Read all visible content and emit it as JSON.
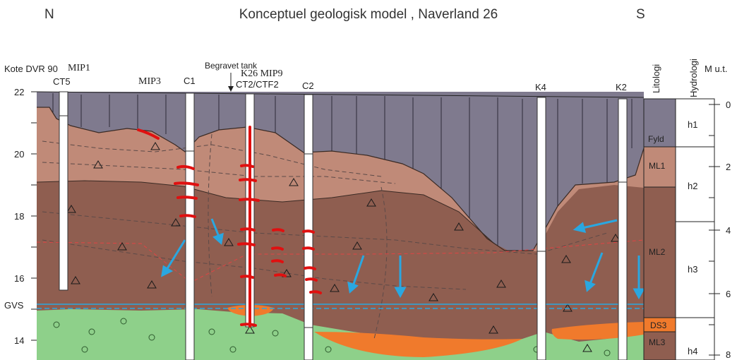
{
  "title": "Konceptuel geologisk model , Naverland 26",
  "direction_left": "N",
  "direction_right": "S",
  "axis_left_label": "Kote DVR 90",
  "axis_right_label": "M u.t.",
  "elevation_ticks": [
    "22",
    "20",
    "18",
    "16",
    "14"
  ],
  "depth_ticks": [
    "0",
    "2",
    "4",
    "6",
    "8"
  ],
  "gvs_label": "GVS",
  "begravet_tank": "Begravet tank",
  "boreholes": [
    {
      "id": "mip1",
      "label": "MIP1"
    },
    {
      "id": "ct5",
      "label": "CT5"
    },
    {
      "id": "mip3",
      "label": "MIP3"
    },
    {
      "id": "c1",
      "label": "C1"
    },
    {
      "id": "k26",
      "label": "K26 MIP9"
    },
    {
      "id": "ct2",
      "label": "CT2/CTF2"
    },
    {
      "id": "c2",
      "label": "C2"
    },
    {
      "id": "k4",
      "label": "K4"
    },
    {
      "id": "k2",
      "label": "K2"
    }
  ],
  "column_headers": {
    "litologi": "Litologi",
    "hydrologi": "Hydrologi"
  },
  "litologi_units": [
    "Fyld",
    "ML1",
    "ML2",
    "DS3",
    "ML3"
  ],
  "hydrologi_units": [
    "h1",
    "h2",
    "h3",
    "h4"
  ],
  "colors": {
    "fill_gray": "#7f7a8e",
    "clay_light": "#c08a78",
    "clay_dark": "#8f5e50",
    "sand": "#f07a2c",
    "green": "#8ed08a",
    "water_line": "#2aa7e0",
    "arrow": "#2aa7e0",
    "contamination": "#e01010"
  }
}
